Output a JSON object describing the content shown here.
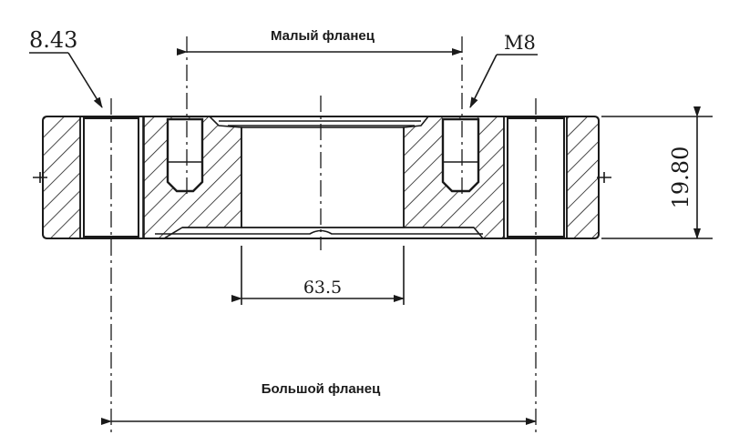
{
  "drawing": {
    "hole_dim": "8.43",
    "thread_label": "M8",
    "thickness_dim": "19.80",
    "bore_dim": "63.5",
    "small_flange_label": "Малый фланец",
    "large_flange_label": "Большой фланец"
  },
  "colors": {
    "line": "#1a1a1a",
    "background": "#ffffff"
  }
}
